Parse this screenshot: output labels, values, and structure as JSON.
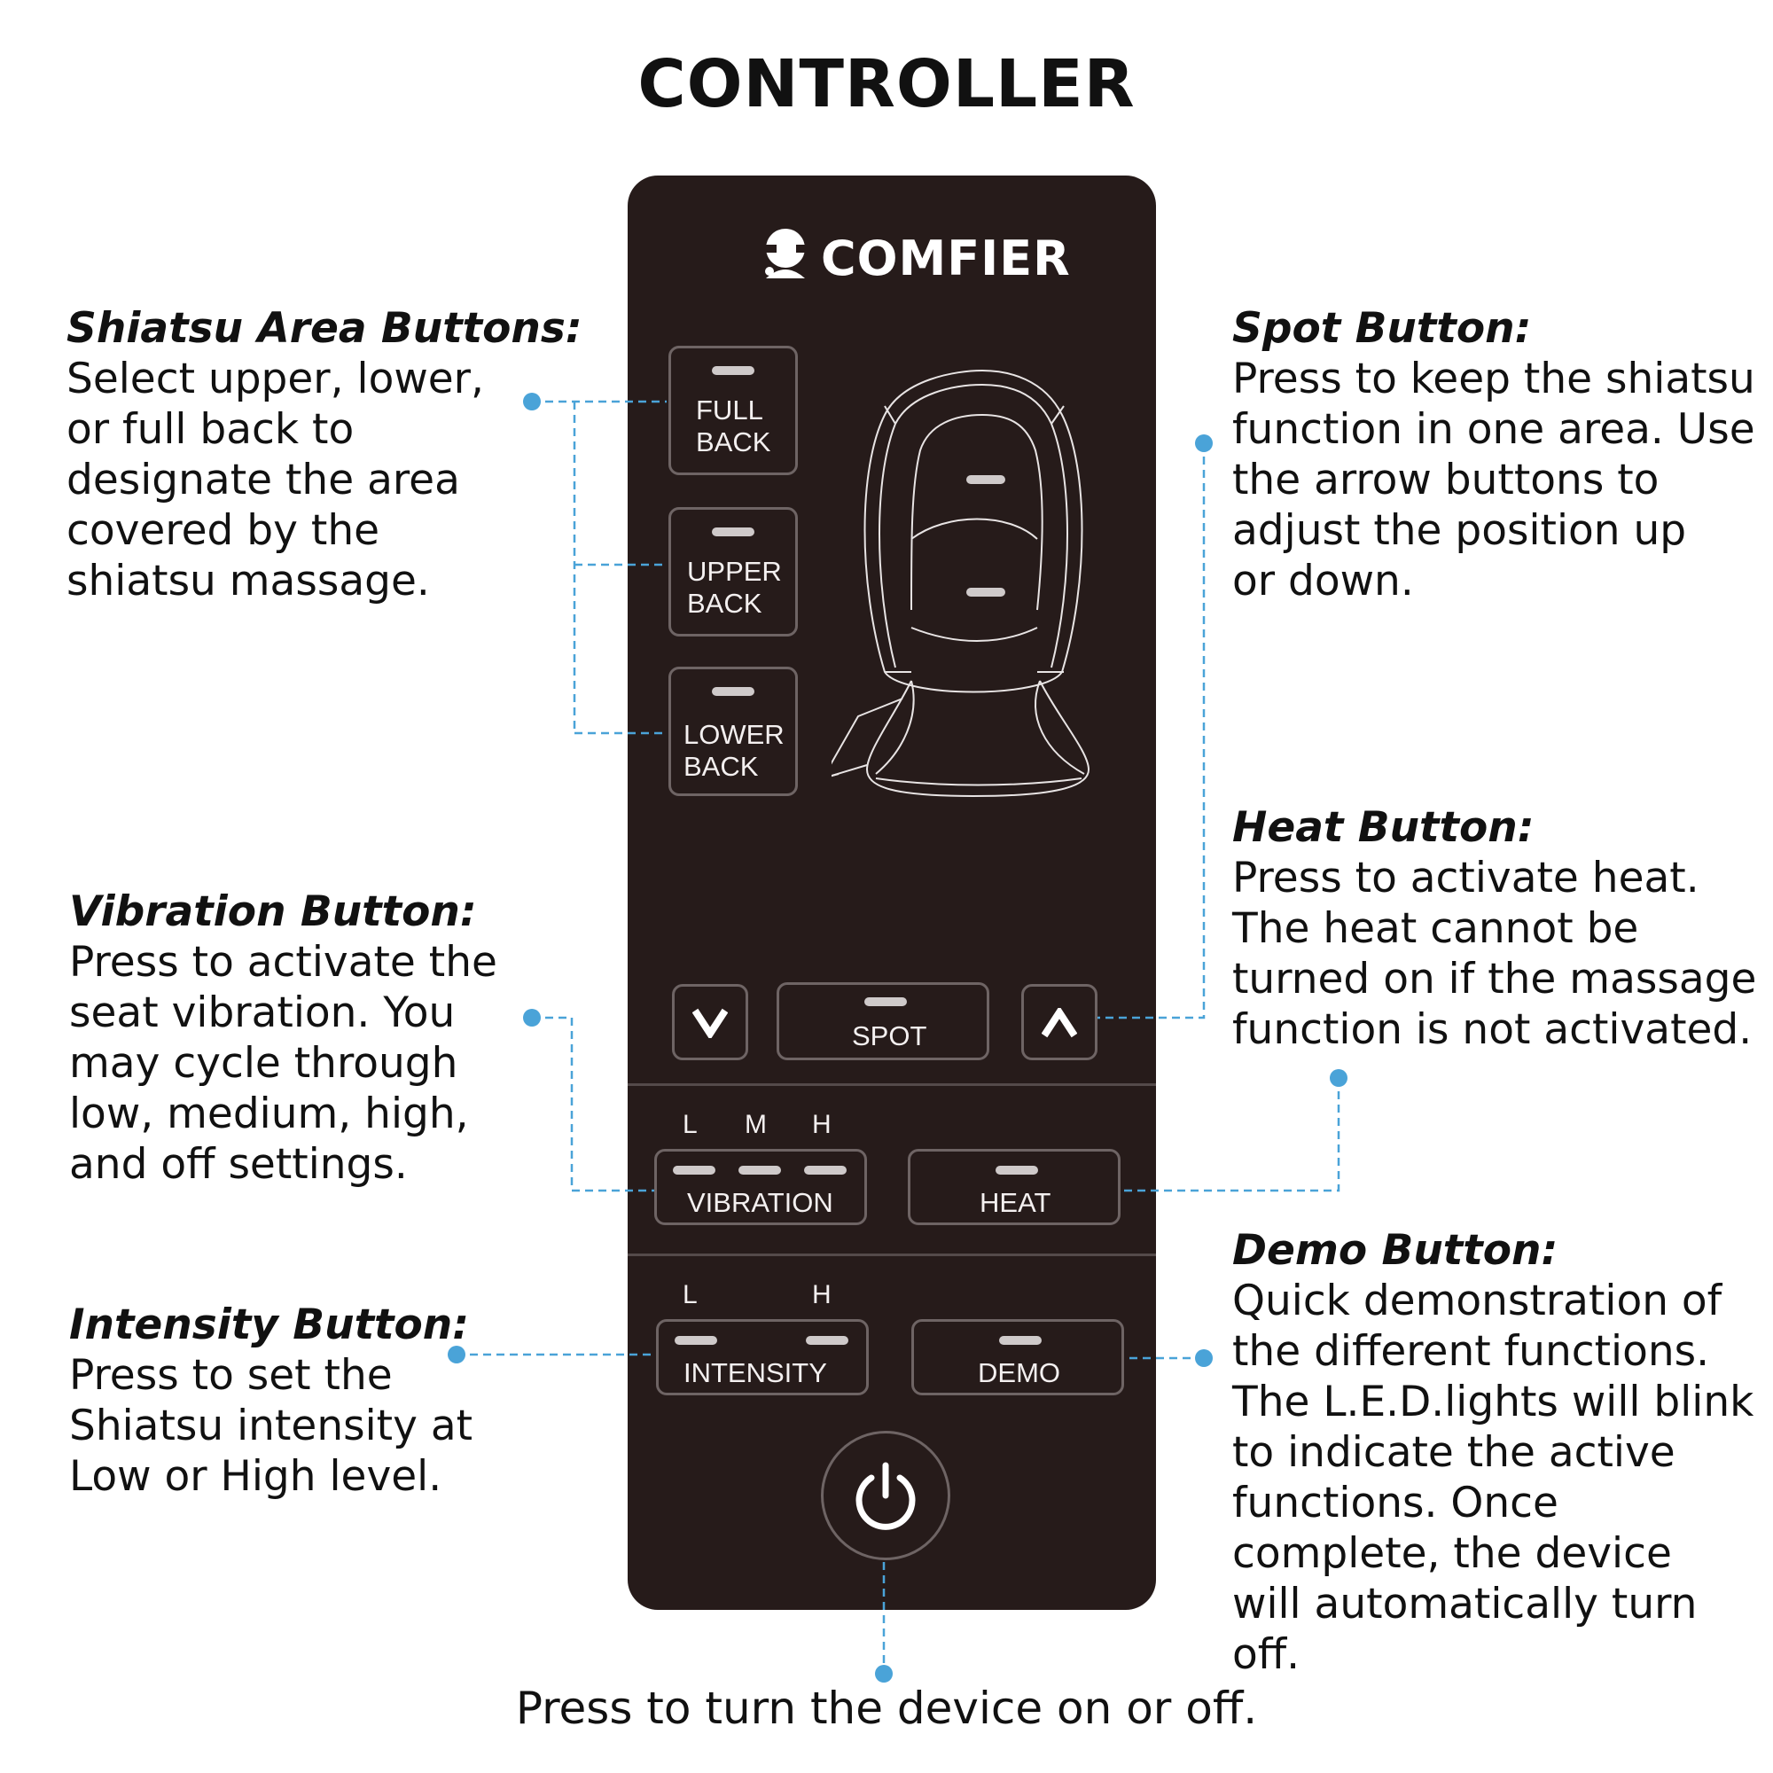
{
  "title": "CONTROLLER",
  "brand": "COMFIER",
  "annotations": {
    "shiatsu_area": {
      "heading": "Shiatsu Area Buttons:",
      "body": "Select upper, lower,\nor full back to\ndesignate the area\ncovered by the\nshiatsu massage."
    },
    "vibration": {
      "heading": "Vibration Button:",
      "body": "Press to activate the\nseat vibration. You\nmay cycle through\nlow, medium, high,\nand off settings."
    },
    "intensity": {
      "heading": "Intensity Button:",
      "body": "Press to set the\nShiatsu intensity at\nLow or High level."
    },
    "spot": {
      "heading": "Spot Button:",
      "body": "Press to keep the shiatsu\nfunction in one area. Use\nthe arrow buttons to\nadjust the position up\nor down."
    },
    "heat": {
      "heading": "Heat Button:",
      "body": "Press to activate heat.\nThe heat cannot be\nturned on if the massage\nfunction is not activated."
    },
    "demo": {
      "heading": "Demo Button:",
      "body": "Quick demonstration of\nthe different functions.\nThe L.E.D.lights will blink\nto indicate the active\nfunctions. Once\ncomplete, the device\nwill automatically turn off."
    },
    "power": {
      "body": "Press to turn the device on or off."
    }
  },
  "controller": {
    "full_back": "FULL\nBACK",
    "upper_back": "UPPER\nBACK",
    "lower_back": "LOWER\nBACK",
    "spot": "SPOT",
    "vibration": "VIBRATION",
    "vibration_levels": [
      "L",
      "M",
      "H"
    ],
    "heat": "HEAT",
    "intensity": "INTENSITY",
    "intensity_levels": [
      "L",
      "H"
    ],
    "demo": "DEMO"
  },
  "colors": {
    "panel": "#261b1a",
    "callout": "#4aa3d8"
  },
  "icons": [
    "power-icon",
    "chevron-down-icon",
    "chevron-up-icon",
    "massage-chair-icon",
    "brand-logo-icon"
  ]
}
